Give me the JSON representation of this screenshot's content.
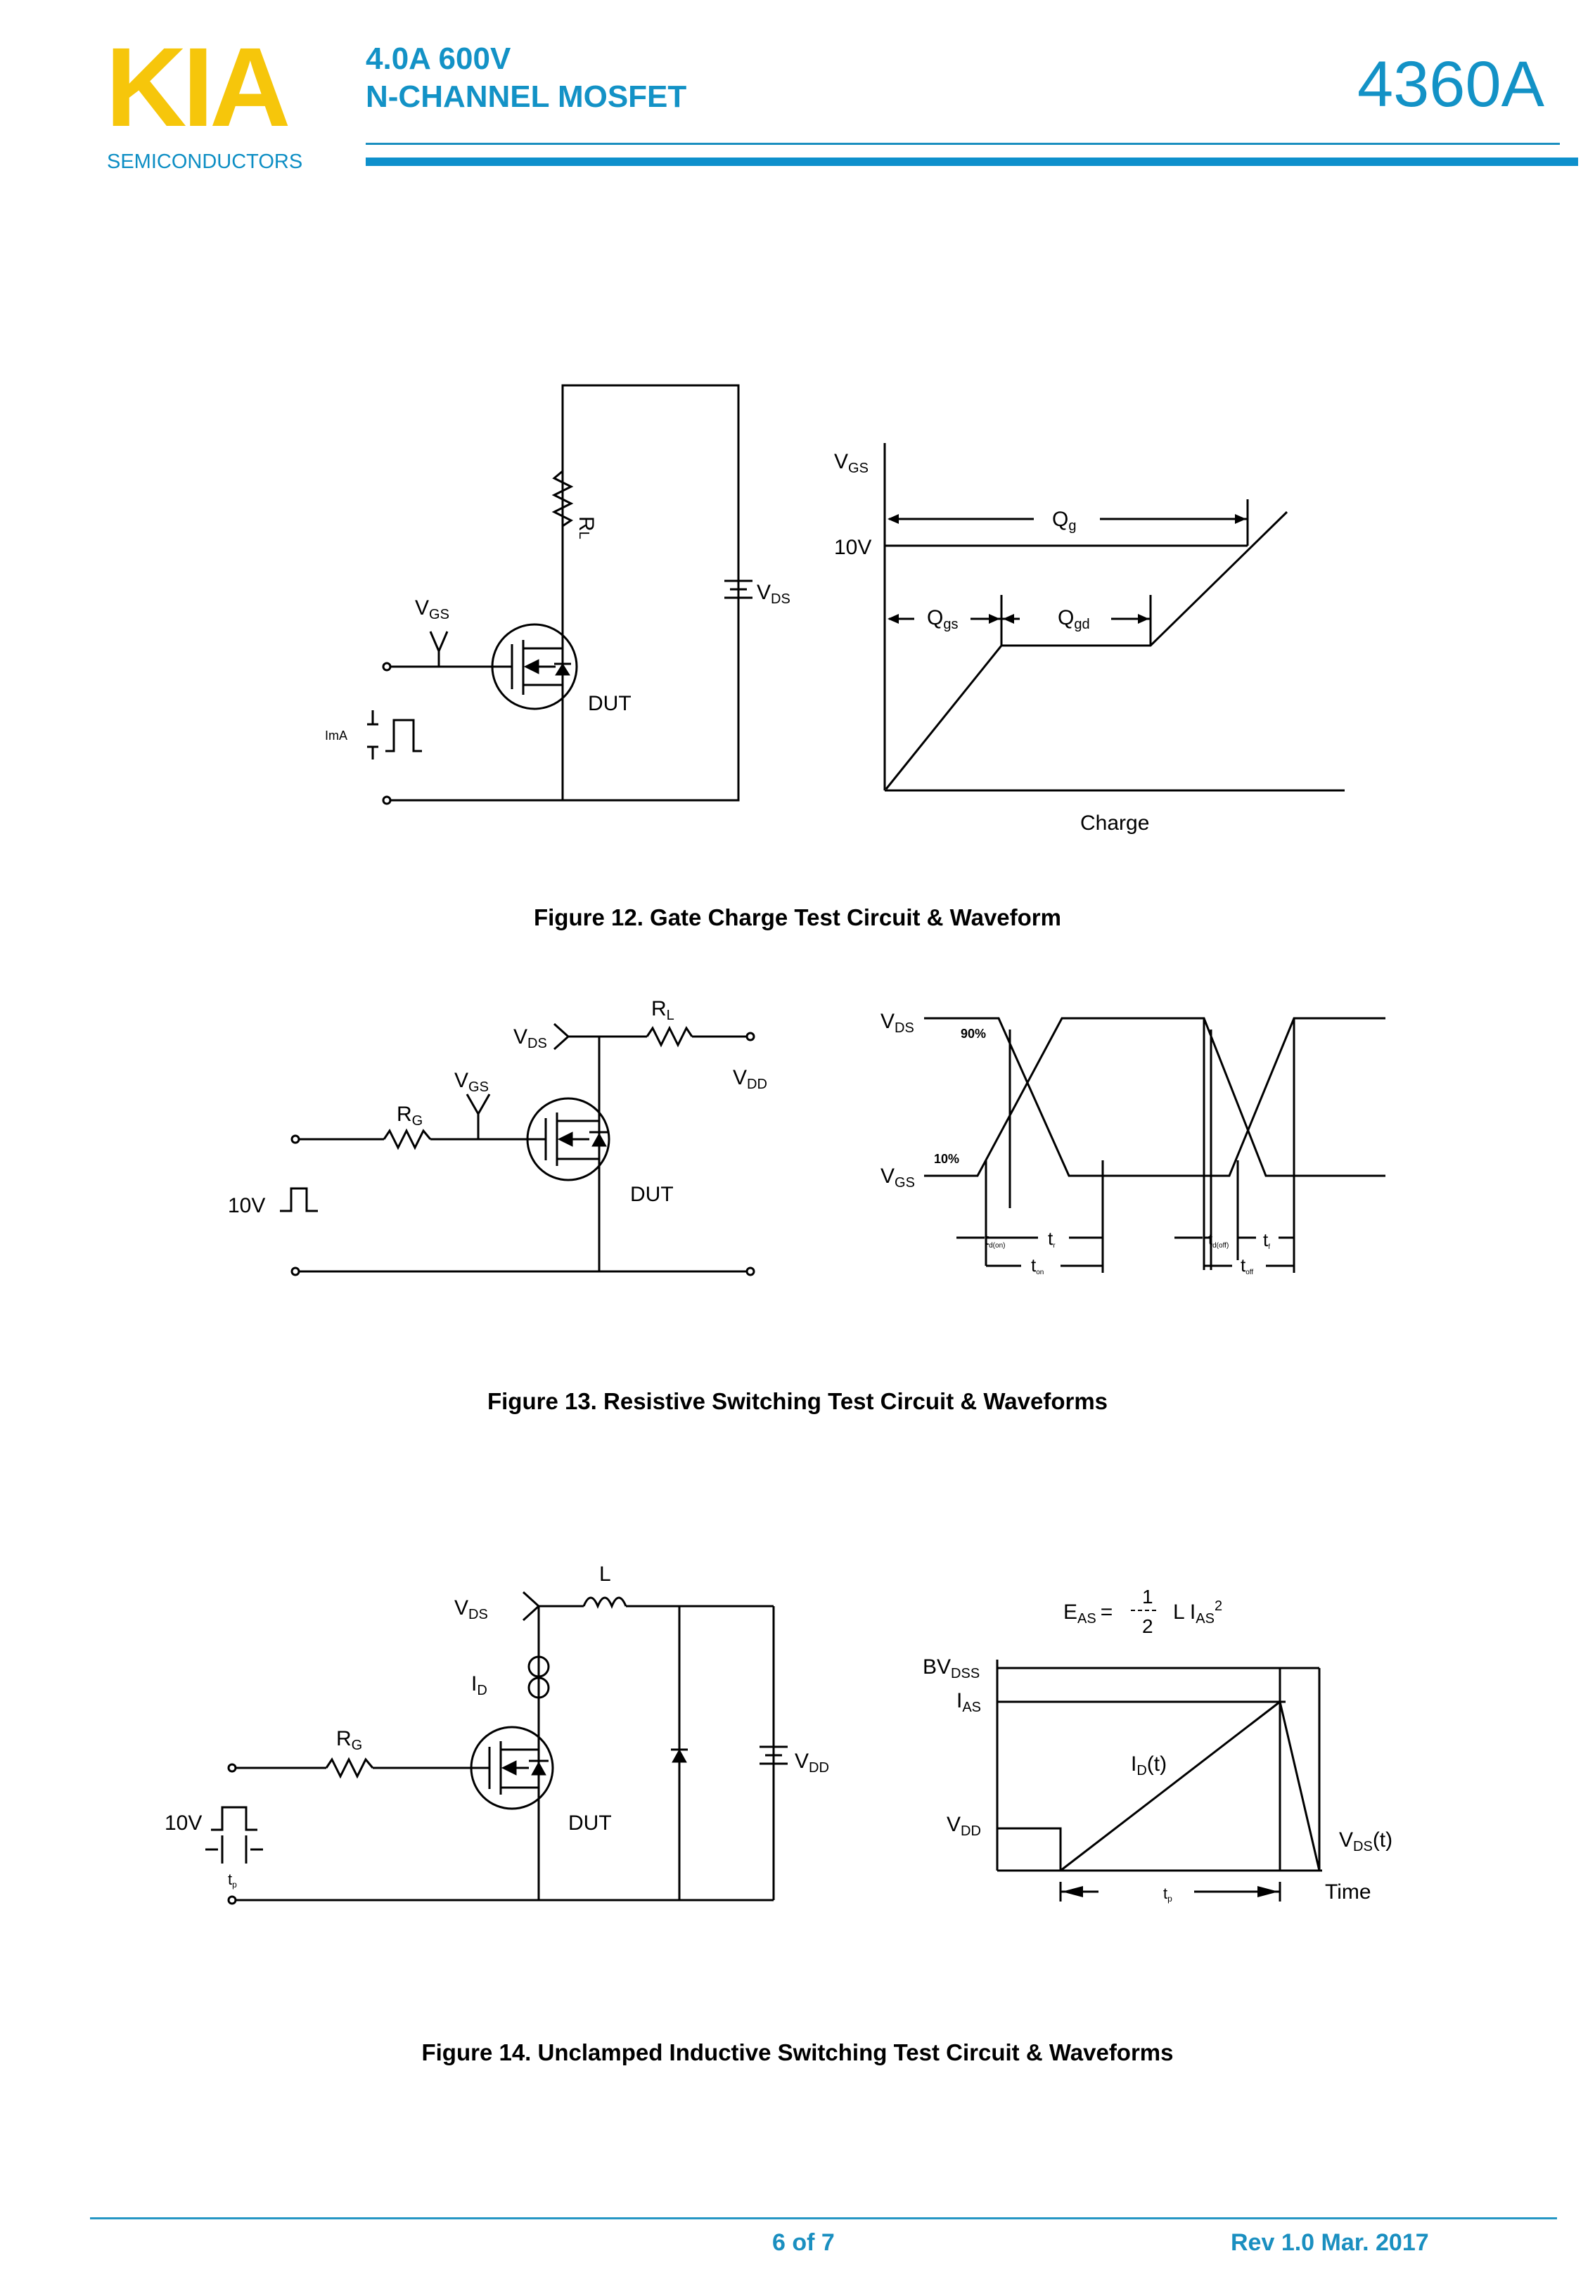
{
  "header": {
    "logo_text": "KIA",
    "logo_subtext": "SEMICONDUCTORS",
    "product_line1": "4.0A 600V",
    "product_line2": "N-CHANNEL MOSFET",
    "part_number": "4360A"
  },
  "fig12": {
    "caption": "Figure 12. Gate Charge Test Circuit & Waveform",
    "rl": "R",
    "rl_sub": "L",
    "vgs": "V",
    "vgs_sub": "GS",
    "vds": "V",
    "vds_sub": "DS",
    "dut": "DUT",
    "ima": "ImA",
    "axis_y": "V",
    "axis_y_sub": "GS",
    "level_10v": "10V",
    "qg": "Q",
    "qg_sub": "g",
    "qgs": "Q",
    "qgs_sub": "gs",
    "qgd": "Q",
    "qgd_sub": "gd",
    "axis_x": "Charge"
  },
  "fig13": {
    "caption": "Figure 13. Resistive Switching Test Circuit & Waveforms",
    "vds": "V",
    "vds_sub": "DS",
    "rl": "R",
    "rl_sub": "L",
    "vdd": "V",
    "vdd_sub": "DD",
    "vgs": "V",
    "vgs_sub": "GS",
    "rg": "R",
    "rg_sub": "G",
    "pulse": "10V",
    "dut": "DUT",
    "wave_vds": "V",
    "wave_vds_sub": "DS",
    "wave_vgs": "V",
    "wave_vgs_sub": "GS",
    "p90": "90%",
    "p10": "10%",
    "td_on": "t",
    "td_on_sub": "d(on)",
    "tr": "t",
    "tr_sub": "r",
    "ton": "t",
    "ton_sub": "on",
    "td_off": "t",
    "td_off_sub": "d(off)",
    "tf": "t",
    "tf_sub": "f",
    "toff": "t",
    "toff_sub": "off"
  },
  "fig14": {
    "caption": "Figure 14. Unclamped Inductive Switching Test Circuit & Waveforms",
    "vds": "V",
    "vds_sub": "DS",
    "l": "L",
    "id": "I",
    "id_sub": "D",
    "rg": "R",
    "rg_sub": "G",
    "pulse": "10V",
    "tp": "t",
    "tp_sub": "p",
    "dut": "DUT",
    "vdd": "V",
    "vdd_sub": "DD",
    "eq_lhs": "E",
    "eq_lhs_sub": "AS",
    "eq_eq": "=",
    "eq_num": "1",
    "eq_den": "2",
    "eq_rhs": "L I",
    "eq_rhs_sub": "AS",
    "eq_pow": "2",
    "bvdss": "BV",
    "bvdss_sub": "DSS",
    "ias": "I",
    "ias_sub": "AS",
    "idt": "I",
    "idt_sub": "D",
    "idt_t": "(t)",
    "wave_vdd": "V",
    "wave_vdd_sub": "DD",
    "vdst": "V",
    "vdst_sub": "DS",
    "vdst_t": "(t)",
    "time": "Time",
    "wave_tp": "t",
    "wave_tp_sub": "p"
  },
  "footer": {
    "page": "6 of 7",
    "rev": "Rev 1.0 Mar. 2017"
  }
}
